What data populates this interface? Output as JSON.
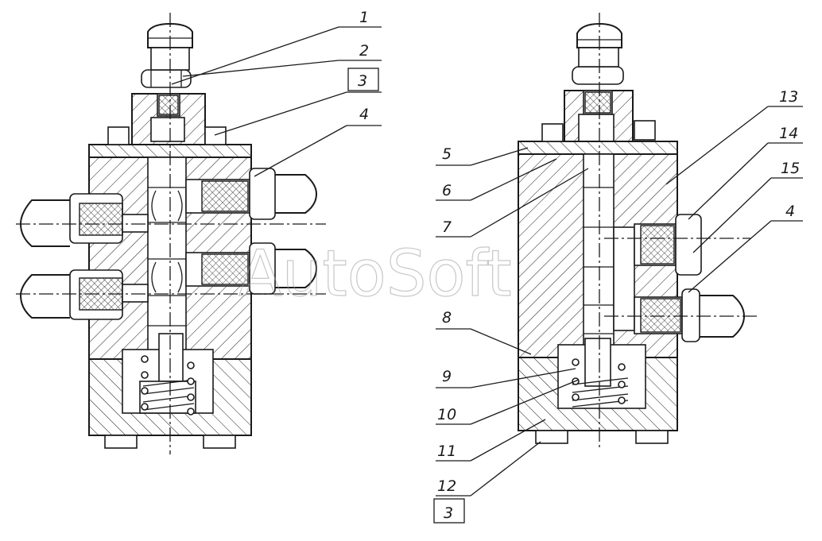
{
  "watermark": "AutoSoft",
  "callouts": {
    "left_view": [
      "1",
      "2",
      "3",
      "4"
    ],
    "right_view": [
      "5",
      "6",
      "7",
      "8",
      "9",
      "10",
      "11",
      "12",
      "3",
      "13",
      "14",
      "15",
      "4"
    ]
  }
}
